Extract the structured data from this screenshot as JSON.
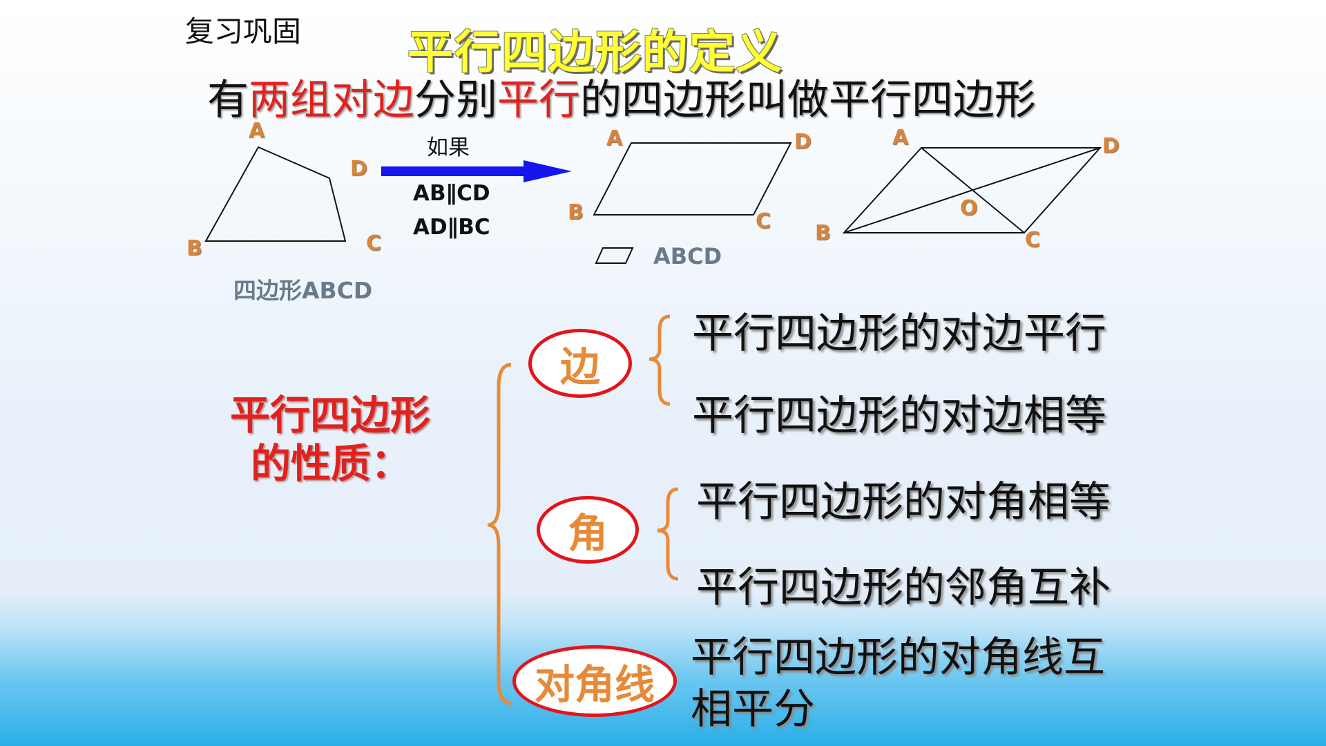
{
  "header": {
    "review_label": "复习巩固",
    "title": "平行四边形的定义"
  },
  "definition": {
    "part1": "有",
    "part2": "两组对边",
    "part3": "分别",
    "part4": "平行",
    "part5": "的四边形叫做平行四边形"
  },
  "figures": {
    "quad": {
      "labels": [
        "A",
        "B",
        "C",
        "D"
      ],
      "caption": "四边形ABCD"
    },
    "arrow": {
      "condition_label": "如果",
      "conditions": [
        "AB∥CD",
        "AD∥BC"
      ]
    },
    "parallelogram": {
      "labels": [
        "A",
        "B",
        "C",
        "D"
      ],
      "caption": "ABCD"
    },
    "diagonals": {
      "labels": [
        "A",
        "B",
        "C",
        "D",
        "O"
      ]
    }
  },
  "properties": {
    "title_line1": "平行四边形",
    "title_line2": "的性质：",
    "groups": [
      {
        "label": "边",
        "items": [
          "平行四边形的对边平行",
          "平行四边形的对边相等"
        ]
      },
      {
        "label": "角",
        "items": [
          "平行四边形的对角相等",
          "平行四边形的邻角互补"
        ]
      },
      {
        "label": "对角线",
        "items": [
          "平行四边形的对角线互",
          "相平分"
        ]
      }
    ]
  },
  "colors": {
    "emphasis_red": "#e0221f",
    "label_orange": "#d8843a",
    "bracket_orange": "#e88a3a",
    "arrow_blue": "#1515ee",
    "title_yellow": "#ffff33"
  }
}
